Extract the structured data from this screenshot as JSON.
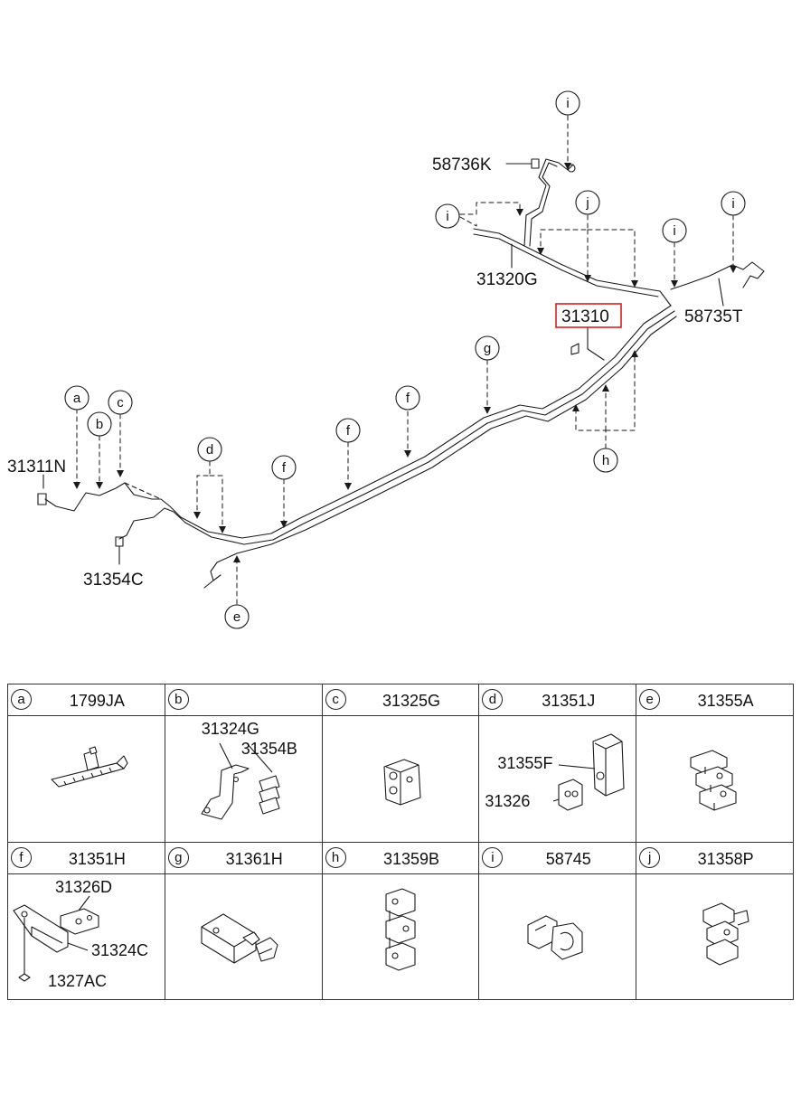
{
  "diagram": {
    "highlighted_part": "31310",
    "part_labels": {
      "p58736K": "58736K",
      "p31320G": "31320G",
      "p31310": "31310",
      "p58735T": "58735T",
      "p31311N": "31311N",
      "p31354C": "31354C"
    },
    "callouts": {
      "i1": "i",
      "i2": "i",
      "i3": "i",
      "i4": "i",
      "j": "j",
      "g": "g",
      "h": "h",
      "f1": "f",
      "f2": "f",
      "f3": "f",
      "a": "a",
      "b": "b",
      "c": "c",
      "d": "d",
      "e": "e"
    }
  },
  "legend": {
    "cells": [
      {
        "letter": "a",
        "part_no": "1799JA",
        "sub_labels": []
      },
      {
        "letter": "b",
        "part_no": "",
        "sub_labels": [
          "31324G",
          "31354B"
        ]
      },
      {
        "letter": "c",
        "part_no": "31325G",
        "sub_labels": []
      },
      {
        "letter": "d",
        "part_no": "31351J",
        "sub_labels": [
          "31355F",
          "31326"
        ]
      },
      {
        "letter": "e",
        "part_no": "31355A",
        "sub_labels": []
      },
      {
        "letter": "f",
        "part_no": "31351H",
        "sub_labels": [
          "31326D",
          "31324C",
          "1327AC"
        ]
      },
      {
        "letter": "g",
        "part_no": "31361H",
        "sub_labels": []
      },
      {
        "letter": "h",
        "part_no": "31359B",
        "sub_labels": []
      },
      {
        "letter": "i",
        "part_no": "58745",
        "sub_labels": []
      },
      {
        "letter": "j",
        "part_no": "31358P",
        "sub_labels": []
      }
    ]
  }
}
